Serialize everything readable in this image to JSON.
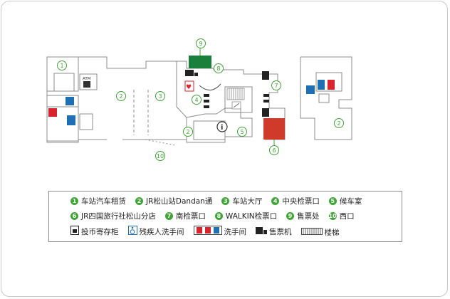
{
  "legend": {
    "items": [
      {
        "num": "1",
        "label": "车站汽车租赁"
      },
      {
        "num": "2",
        "label": "JR松山站Dandan通"
      },
      {
        "num": "3",
        "label": "车站大厅"
      },
      {
        "num": "4",
        "label": "中央检票口"
      },
      {
        "num": "5",
        "label": "候车室"
      },
      {
        "num": "6",
        "label": "JR四国旅行社松山分店"
      },
      {
        "num": "7",
        "label": "南检票口"
      },
      {
        "num": "8",
        "label": "WALKIN检票口"
      },
      {
        "num": "9",
        "label": "售票处"
      },
      {
        "num": "10",
        "label": "西口"
      }
    ],
    "icons": [
      {
        "icon": "locker-icon",
        "label": "投币寄存柜"
      },
      {
        "icon": "accessible-toilet-icon",
        "label": "残疾人洗手间"
      },
      {
        "icon": "restroom-icon",
        "label": "洗手间"
      },
      {
        "icon": "ticket-machine-icon",
        "label": "售票机"
      },
      {
        "icon": "stairs-icon",
        "label": "楼梯"
      }
    ]
  },
  "map": {
    "markers": [
      "1",
      "2",
      "3",
      "4",
      "5",
      "6",
      "7",
      "8",
      "9",
      "10",
      "2",
      "2"
    ],
    "atm_label": "ATM",
    "info_label": "i",
    "colors": {
      "marker": "#3fa535",
      "ticket_office": "#1a7f3a",
      "travel_agency": "#cf3a2a",
      "male": "#1f6fb5",
      "female": "#d9232d",
      "wall": "#8c8c8c"
    }
  }
}
